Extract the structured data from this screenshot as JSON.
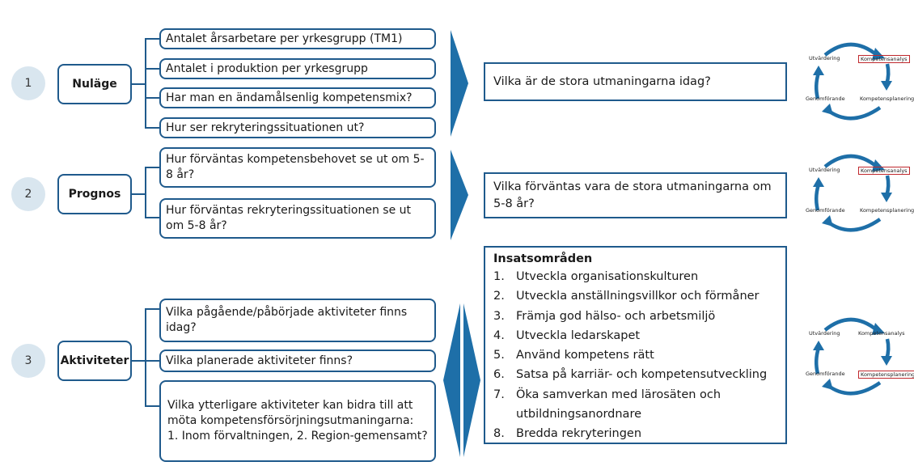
{
  "rows": [
    {
      "number": "1",
      "stage": "Nuläge",
      "questions": [
        "Antalet årsarbetare per yrkesgrupp (TM1)",
        "Antalet i produktion per yrkesgrupp",
        "Har man en ändamålsenlig kompetensmix?",
        "Hur ser rekryteringssituationen ut?"
      ],
      "result": "Vilka är de stora utmaningarna idag?",
      "cycle_highlight": "Kompetensanalys"
    },
    {
      "number": "2",
      "stage": "Prognos",
      "questions": [
        "Hur förväntas kompetensbehovet se ut om 5-8 år?",
        "Hur förväntas rekryteringssituationen se ut om 5-8 år?"
      ],
      "result": "Vilka förväntas vara de stora utmaningarna om 5-8 år?",
      "cycle_highlight": "Kompetensanalys"
    },
    {
      "number": "3",
      "stage": "Aktiviteter",
      "questions": [
        "Vilka pågående/påbörjade aktiviteter finns idag?",
        "Vilka planerade aktiviteter finns?",
        "Vilka ytterligare aktiviteter kan bidra till att möta kompetensförsörjningsutmaningarna: 1. Inom förvaltningen, 2. Region-gemensamt?"
      ],
      "cycle_highlight": "Kompetensplanering"
    }
  ],
  "insatsomraden": {
    "title": "Insatsområden",
    "items": [
      {
        "num": "1.",
        "text": "Utveckla organisationskulturen"
      },
      {
        "num": "2.",
        "text": "Utveckla anställningsvillkor och förmåner"
      },
      {
        "num": "3.",
        "text": "Främja god hälso- och arbetsmiljö"
      },
      {
        "num": "4.",
        "text": "Utveckla ledarskapet"
      },
      {
        "num": "5.",
        "text": "Använd kompetens rätt"
      },
      {
        "num": "6.",
        "text": "Satsa på karriär- och kompetensutveckling"
      },
      {
        "num": "7.",
        "text": "Öka samverkan med lärosäten och utbildningsanordnare"
      },
      {
        "num": "8.",
        "text": "Bredda rekryteringen"
      }
    ]
  },
  "cycle_labels": {
    "top_left": "Utvärdering",
    "top_right": "Kompetensanalys",
    "bottom_right": "Kompetensplanering",
    "bottom_left": "Genomförande"
  },
  "colors": {
    "accent": "#1f5a8c",
    "arrow": "#1e6fa8",
    "circle_bg": "#d9e6ef",
    "highlight": "#c0282d"
  }
}
